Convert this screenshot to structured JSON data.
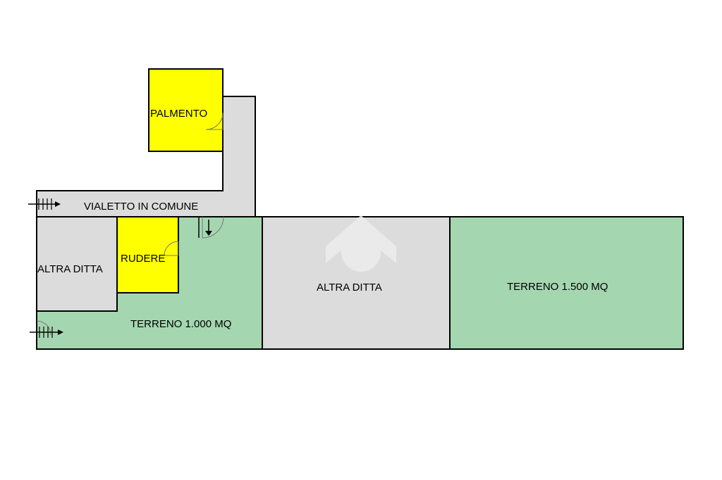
{
  "colors": {
    "garden": "#a4d7b0",
    "common": "#dcdcdc",
    "building": "#ffff00",
    "wall": "#000000",
    "background": "#ffffff",
    "watermark": "#e6e6e6"
  },
  "labels": {
    "palmento": "PALMENTO",
    "vialetto": "VIALETTO IN COMUNE",
    "altra_ditta_left": "ALTRA DITTA",
    "rudere": "RUDERE",
    "terreno_1000": "TERRENO 1.000 MQ",
    "altra_ditta_center": "ALTRA DITTA",
    "terreno_1500": "TERRENO 1.500 MQ"
  },
  "icons": {
    "entrance_top": "entrance-arrow-icon",
    "entrance_bottom": "entrance-arrow-icon",
    "door": "door-swing-icon",
    "watermark": "logo-watermark-icon"
  }
}
